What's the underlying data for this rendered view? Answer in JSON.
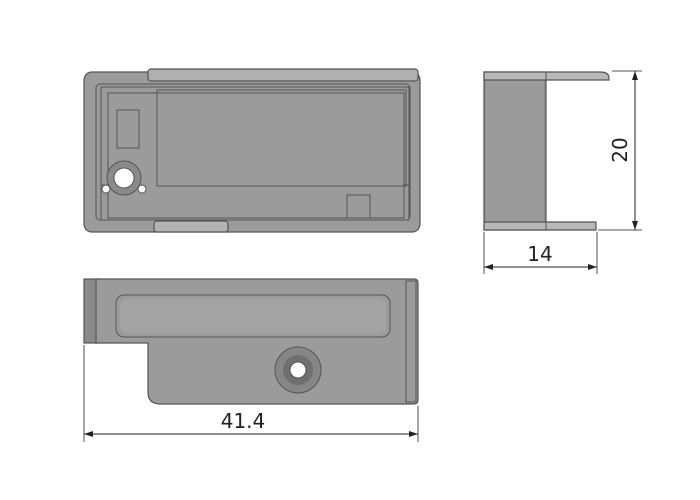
{
  "drawing": {
    "type": "engineering-orthographic-views",
    "colors": {
      "background": "#ffffff",
      "part_fill": "#9b9b9b",
      "part_fill_dark": "#7d7d7d",
      "part_fill_light": "#c4c4c4",
      "window_fill": "#ffffff",
      "dimension_line": "#222222"
    },
    "views": [
      "front-view",
      "side-view",
      "bottom-view"
    ],
    "dimensions": {
      "height": {
        "value": "20"
      },
      "depth": {
        "value": "14"
      },
      "length": {
        "value": "41.4"
      }
    }
  }
}
